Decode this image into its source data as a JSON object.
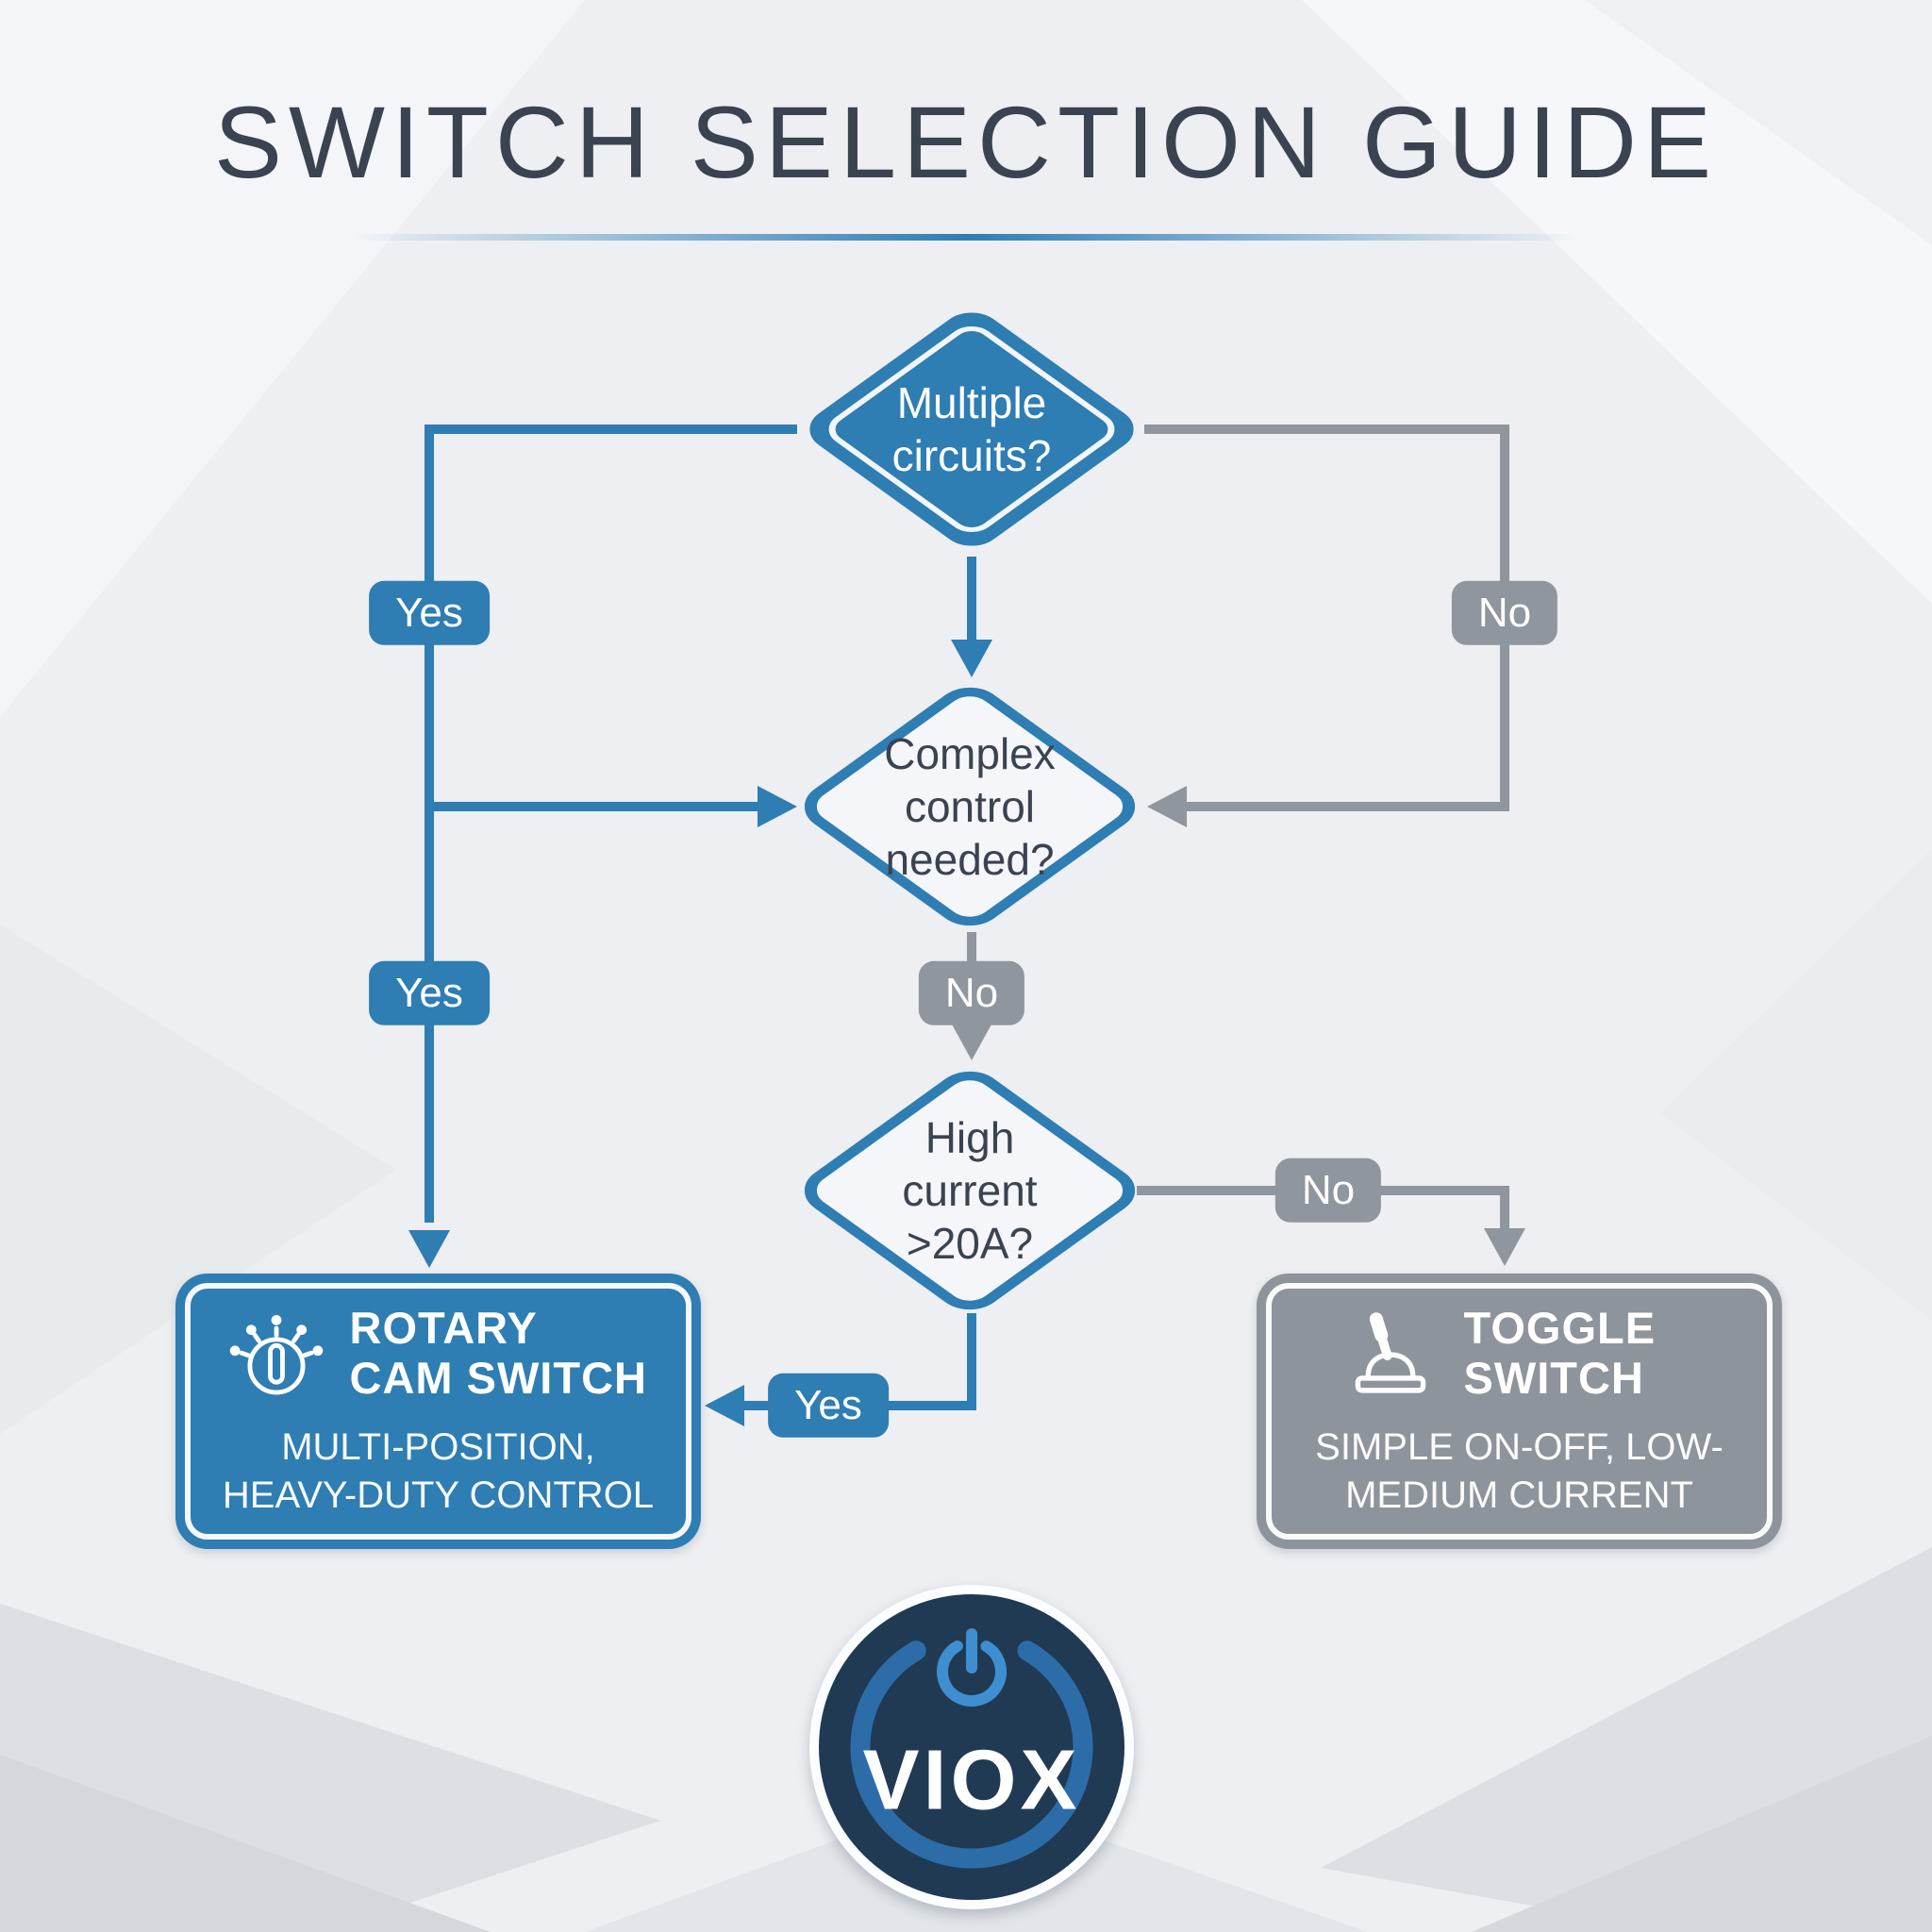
{
  "title": "SWITCH SELECTION GUIDE",
  "colors": {
    "accent_blue": "#2e7db3",
    "neutral_gray": "#8f969d",
    "title_text": "#3a434f",
    "diamond_fill_light": "#f4f6f9",
    "logo_navy": "#203a54",
    "logo_ring_blue": "#2c6da9",
    "logo_power_blue": "#3f8fd0"
  },
  "flowchart": {
    "decisions": [
      {
        "id": "multiple-circuits",
        "label": "Multiple circuits?"
      },
      {
        "id": "complex-control",
        "label": "Complex control needed?"
      },
      {
        "id": "high-current",
        "label": "High current >20A?"
      }
    ],
    "edge_labels": {
      "d1_yes": "Yes",
      "d1_no": "No",
      "d2_yes": "Yes",
      "d2_no": "No",
      "d3_yes": "Yes",
      "d3_no": "No"
    },
    "results": [
      {
        "id": "rotary-cam-switch",
        "icon": "rotary-cam-switch-icon",
        "title": "ROTARY CAM SWITCH",
        "subtitle": "MULTI-POSITION, HEAVY-DUTY CONTROL"
      },
      {
        "id": "toggle-switch",
        "icon": "toggle-switch-icon",
        "title": "TOGGLE SWITCH",
        "subtitle": "SIMPLE ON-OFF, LOW-MEDIUM CURRENT"
      }
    ]
  },
  "logo": {
    "text": "VIOX",
    "icon": "power-icon"
  }
}
